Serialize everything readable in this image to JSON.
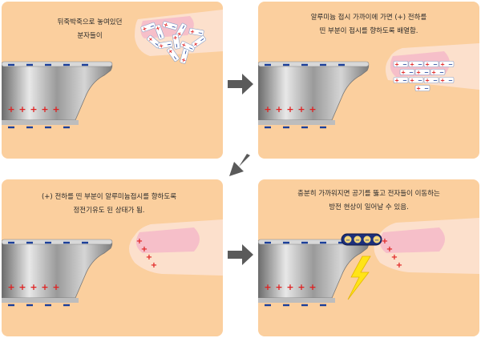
{
  "captions": {
    "p1": [
      "뒤죽박죽으로 놓여있던",
      "분자들이"
    ],
    "p2": [
      "알루미늄 접시 가까이에 가면 (+) 전하를",
      "띤 부분이 접시를 향하도록 배열함."
    ],
    "p3": [
      "(+) 전하를 띤 부분이 알루미늄접시를 향하도록",
      "정전기유도 된 상태가 됨."
    ],
    "p4": [
      "충분히 가까워지면 공기를 뚫고 전자들이 이동하는",
      "방전 현상이 일어날 수 있음."
    ]
  },
  "symbols": {
    "plus": "+",
    "minus": "−"
  },
  "colors": {
    "panel_bg": "#fbcf9e",
    "finger": "#fce0cc",
    "nail": "#f4b8c8",
    "plus": "#e02020",
    "minus": "#1b3f9a",
    "spark": "#ffe417",
    "arrow": "#5a5a5a"
  }
}
